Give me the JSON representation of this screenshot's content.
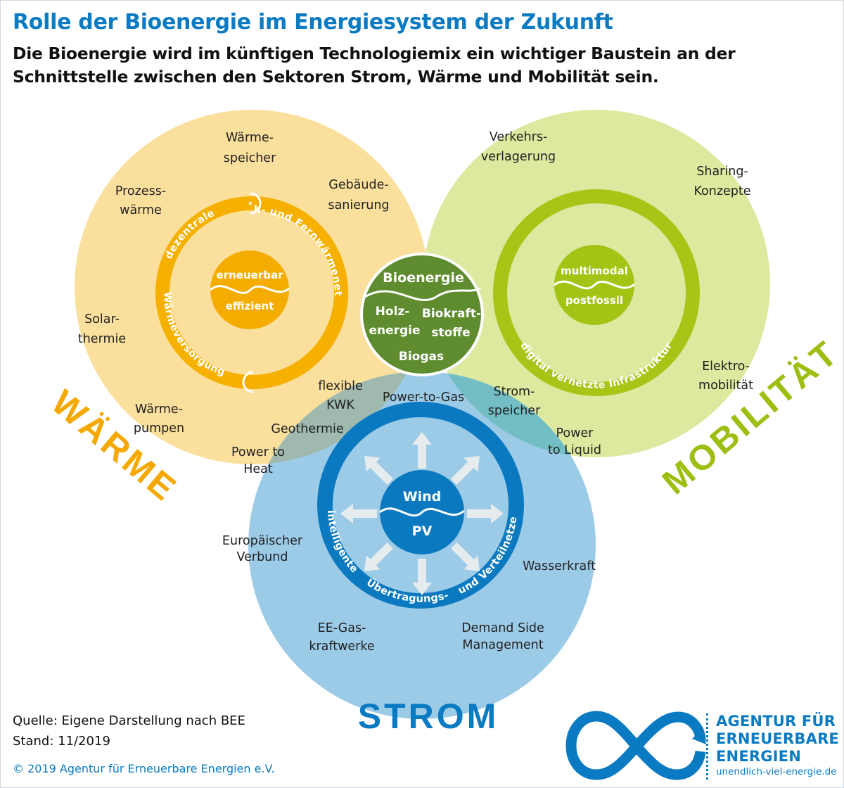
{
  "header": {
    "title": "Rolle der Bioenergie im Energiesystem der Zukunft",
    "subtitle": "Die Bioenergie wird im künftigen Technologiemix ein wichtiger Baustein an der Schnittstelle zwischen den Sektoren Strom, Wärme und Mobilität sein."
  },
  "colors": {
    "waerme": "#f5b100",
    "waerme_bg": "#fbdc96",
    "mobilitaet": "#a3c616",
    "mobilitaet_bg": "#dbe99b",
    "strom": "#0a7bc2",
    "strom_bg": "#9ccdea",
    "bio": "#5f8c2f"
  },
  "sectors": {
    "waerme": "WÄRME",
    "mobilitaet": "MOBILITÄT",
    "strom": "STROM"
  },
  "waerme": {
    "core_top": "erneuerbar",
    "core_bottom": "effizient",
    "ring_top_left": "dezentrale",
    "ring_top_right": "Nah- und Fernwärmenetze",
    "ring_left": "Wärmeversorgung",
    "labels": [
      {
        "l1": "Wärme-",
        "l2": "speicher"
      },
      {
        "l1": "Prozess-",
        "l2": "wärme"
      },
      {
        "l1": "Gebäude-",
        "l2": "sanierung"
      },
      {
        "l1": "Solar-",
        "l2": "thermie"
      },
      {
        "l1": "Wärme-",
        "l2": "pumpen"
      },
      {
        "l1": "Power to",
        "l2": "Heat"
      }
    ]
  },
  "mobilitaet": {
    "core_top": "multimodal",
    "core_bottom": "postfossil",
    "ring_bottom": "digital vernetzte Infrastruktur",
    "labels": [
      {
        "l1": "Verkehrs-",
        "l2": "verlagerung"
      },
      {
        "l1": "Sharing-",
        "l2": "Konzepte"
      },
      {
        "l1": "Elektro-",
        "l2": "mobilität"
      },
      {
        "l1": "Power",
        "l2": "to Liquid"
      }
    ]
  },
  "strom": {
    "core_top": "Wind",
    "core_bottom": "PV",
    "ring_left": "intelligente",
    "ring_bottom": "Übertragungs-",
    "ring_right": "und Verteilnetze",
    "labels": [
      {
        "l1": "Europäischer",
        "l2": "Verbund"
      },
      {
        "l1": "Wasserkraft",
        "l2": ""
      },
      {
        "l1": "EE-Gas-",
        "l2": "kraftwerke"
      },
      {
        "l1": "Demand Side",
        "l2": "Management"
      }
    ]
  },
  "overlaps": {
    "flexible": {
      "l1": "flexible",
      "l2": "KWK"
    },
    "geothermie": "Geothermie",
    "power_to_gas": "Power-to-Gas",
    "stromspeicher": {
      "l1": "Strom-",
      "l2": "speicher"
    }
  },
  "bio": {
    "title": "Bioenergie",
    "holz": {
      "l1": "Holz-",
      "l2": "energie"
    },
    "biokraft": {
      "l1": "Biokraft-",
      "l2": "stoffe"
    },
    "biogas": "Biogas"
  },
  "footer": {
    "source": "Quelle: Eigene Darstellung nach BEE",
    "date": "Stand: 11/2019",
    "copyright": "© 2019 Agentur für Erneuerbare Energien e.V."
  },
  "logo": {
    "line1": "AGENTUR FÜR",
    "line2": "ERNEUERBARE",
    "line3": "ENERGIEN",
    "url": "unendlich-viel-energie.de"
  }
}
